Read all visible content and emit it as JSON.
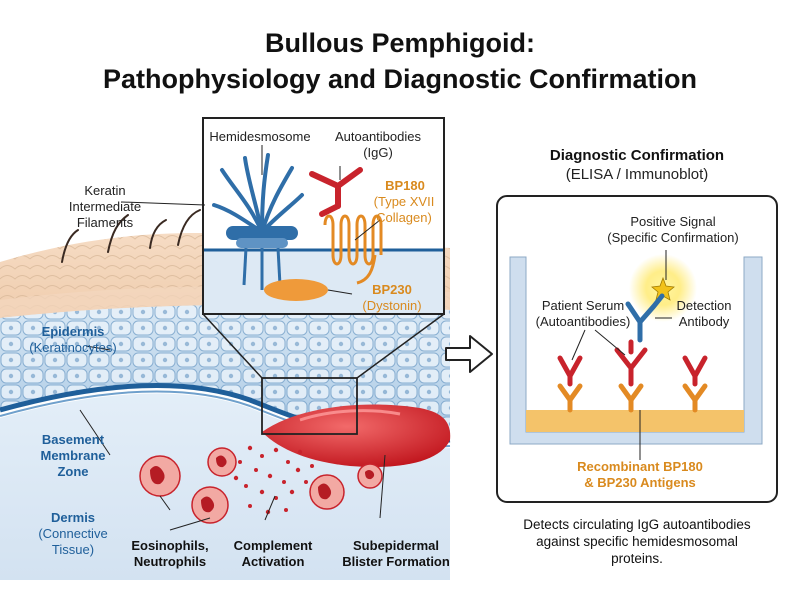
{
  "title": {
    "line1": "Bullous Pemphigoid:",
    "line2": "Pathophysiology and Diagnostic Confirmation"
  },
  "skin": {
    "keratin": [
      "Keratin",
      "Intermediate",
      "Filaments"
    ],
    "epidermis": "Epidermis",
    "epidermis_sub": "(Keratinocytes)",
    "basement": [
      "Basement",
      "Membrane",
      "Zone"
    ],
    "dermis": "Dermis",
    "dermis_sub": [
      "(Connective",
      "Tissue)"
    ],
    "eos": [
      "Eosinophils,",
      "Neutrophils"
    ],
    "complement": [
      "Complement",
      "Activation"
    ],
    "blister": [
      "Subepidermal",
      "Blister Formation"
    ]
  },
  "zoom": {
    "hemidesmosome": "Hemidesmosome",
    "autoantibodies": [
      "Autoantibodies",
      "(IgG)"
    ],
    "bp180": "BP180",
    "bp180_sub": [
      "(Type XVII",
      "Collagen)"
    ],
    "bp230": "BP230",
    "bp230_sub": "(Dystonin)"
  },
  "diagnostic": {
    "title": "Diagnostic Confirmation",
    "subtitle": "(ELISA / Immunoblot)",
    "positive": [
      "Positive Signal",
      "(Specific Confirmation)"
    ],
    "detection": [
      "Detection",
      "Antibody"
    ],
    "serum": [
      "Patient Serum",
      "(Autoantibodies)"
    ],
    "antigens": [
      "Recombinant BP180",
      "& BP230 Antigens"
    ],
    "footer": [
      "Detects circulating IgG autoantibodies",
      "against specific hemidesmosomal",
      "proteins."
    ]
  },
  "colors": {
    "blue": "#1f5f9a",
    "orange": "#d98a1e",
    "red": "#c8232c"
  }
}
